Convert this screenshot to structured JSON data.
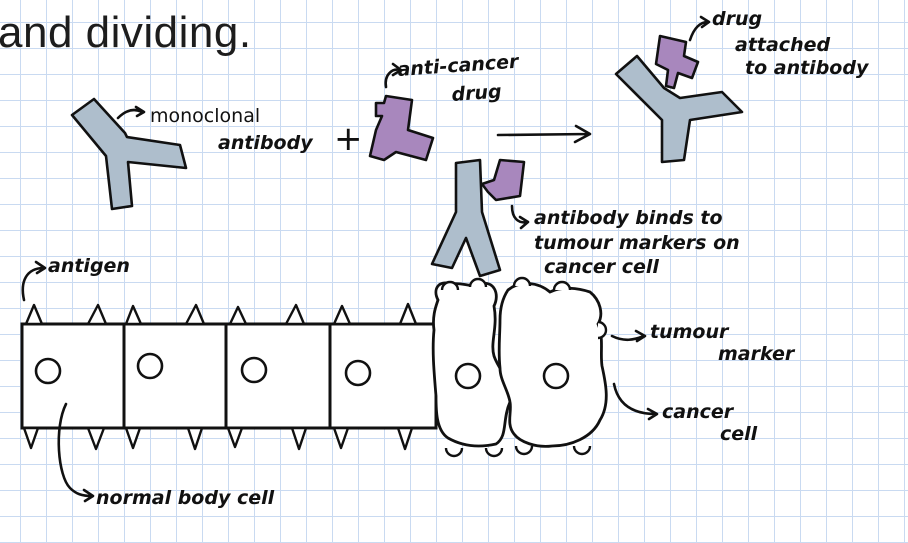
{
  "heading": "and dividing.",
  "labels": {
    "monoclonal_line1": "monoclonal",
    "monoclonal_line2": "antibody",
    "plus": "+",
    "anticancer_line1": "anti-cancer",
    "anticancer_line2": "drug",
    "attached_line1": "drug",
    "attached_line2": "attached",
    "attached_line3": "to antibody",
    "binds_line1": "antibody binds to",
    "binds_line2": "tumour markers on",
    "binds_line3": "cancer cell",
    "antigen": "antigen",
    "tumour_line1": "tumour",
    "tumour_line2": "marker",
    "cancer_line1": "cancer",
    "cancer_line2": "cell",
    "normal": "normal body cell"
  },
  "colors": {
    "antibody": "#aebecc",
    "drug": "#a887bd",
    "ink": "#111111",
    "grid": "#c9daf1"
  }
}
